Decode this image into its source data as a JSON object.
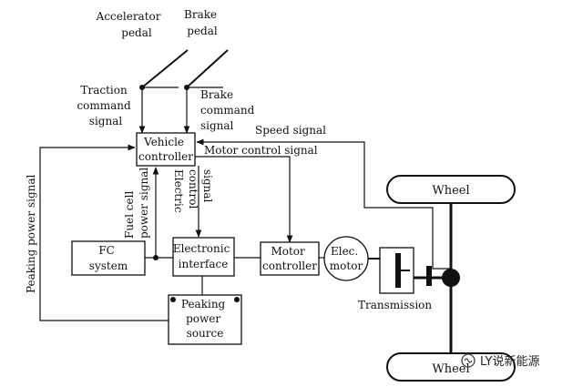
{
  "labels": {
    "accelerator_pedal": [
      "Accelerator",
      "pedal"
    ],
    "brake_pedal": [
      "Brake",
      "pedal"
    ],
    "traction_command_signal": [
      "Traction",
      "command",
      "signal"
    ],
    "brake_command_signal": [
      "Brake",
      "command",
      "signal"
    ],
    "speed_signal": "Speed signal",
    "motor_control_signal": "Motor control signal",
    "peaking_power_signal": "Peaking power signal",
    "fuel_cell_power_signal": [
      "Fuel cell",
      "power signal"
    ],
    "electric_control_signal": [
      "Electric",
      "control",
      "signal"
    ],
    "transmission": "Transmission"
  },
  "boxes": {
    "vehicle_controller": [
      "Vehicle",
      "controller"
    ],
    "fc_system": [
      "FC",
      "system"
    ],
    "electronic_interface": [
      "Electronic",
      "interface"
    ],
    "motor_controller": [
      "Motor",
      "controller"
    ],
    "elec_motor": [
      "Elec.",
      "motor"
    ],
    "peaking_power_source": [
      "Peaking",
      "power",
      "source"
    ],
    "wheel_top": "Wheel",
    "wheel_bottom": "Wheel"
  },
  "watermark": {
    "text": "LY说新能源",
    "icon": "wechat-channel-icon"
  }
}
